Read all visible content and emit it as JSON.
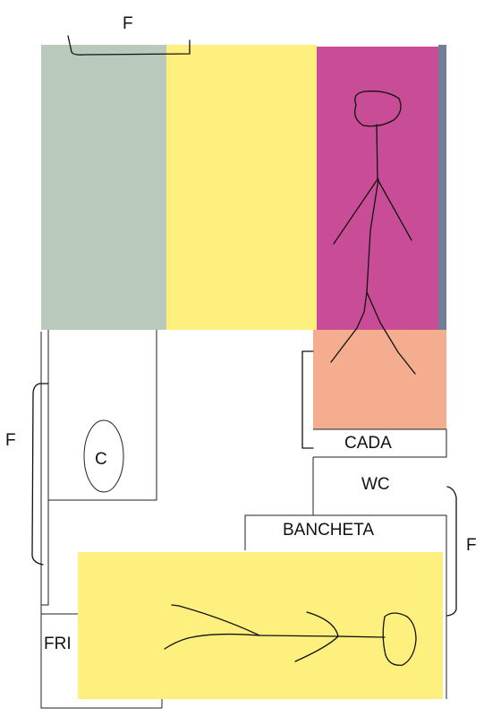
{
  "labels": {
    "f_top": "F",
    "f_left": "F",
    "f_right": "F",
    "cada": "CADA",
    "wc": "WC",
    "bancheta": "BANCHETA",
    "toilet": "C",
    "fr": "FRI"
  },
  "colors": {
    "green_zone": "#b9c9bb",
    "yellow_zone": "#fdf07f",
    "magenta_bed": "#c84d96",
    "blue_strip": "#6f7f98",
    "salmon_zone": "#f4ad8e",
    "ink": "#111111"
  },
  "figures": [
    "stick-figure-standing",
    "stick-figure-lying"
  ]
}
